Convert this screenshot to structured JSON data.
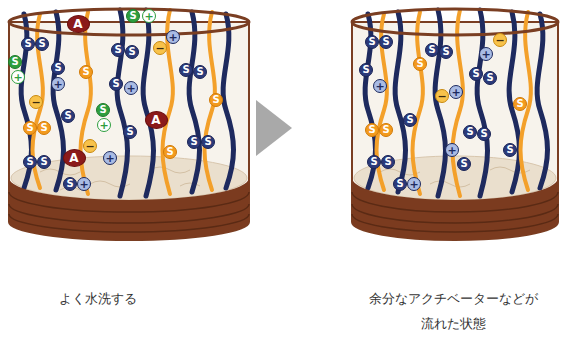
{
  "diagram": {
    "nodes": [
      {
        "text": [
          "A"
        ]
      },
      {
        "text": [
          "S"
        ]
      },
      {
        "text": [
          "+"
        ]
      },
      {
        "text": [
          "S"
        ]
      },
      {
        "text": [
          "S"
        ]
      },
      {
        "text": [
          "S"
        ]
      },
      {
        "text": [
          "+"
        ]
      },
      {
        "text": [
          "S"
        ]
      },
      {
        "text": [
          "+"
        ]
      },
      {
        "text": [
          "S"
        ]
      },
      {
        "text": [
          "S"
        ]
      },
      {
        "text": [
          "S"
        ]
      },
      {
        "text": [
          "−"
        ]
      },
      {
        "text": [
          "+"
        ]
      },
      {
        "text": [
          "S"
        ]
      },
      {
        "text": [
          "S"
        ]
      },
      {
        "text": [
          "−"
        ]
      },
      {
        "text": [
          "S"
        ]
      },
      {
        "text": [
          "+"
        ]
      },
      {
        "text": [
          "S"
        ]
      },
      {
        "text": [
          "S"
        ]
      },
      {
        "text": [
          "S"
        ]
      },
      {
        "text": [
          "S"
        ]
      },
      {
        "text": [
          "+"
        ]
      },
      {
        "text": [
          "A"
        ]
      },
      {
        "text": [
          "S"
        ]
      },
      {
        "text": [
          "−"
        ]
      },
      {
        "text": [
          "+"
        ]
      },
      {
        "text": [
          "S"
        ]
      },
      {
        "text": [
          "S"
        ]
      },
      {
        "text": [
          "A"
        ]
      },
      {
        "text": [
          "S"
        ]
      },
      {
        "text": [
          "S"
        ]
      },
      {
        "text": [
          "S"
        ]
      },
      {
        "text": [
          "+"
        ]
      },
      {
        "text": [
          "S"
        ]
      },
      {
        "text": [
          "S"
        ]
      },
      {
        "text": [
          "S"
        ]
      },
      {
        "text": [
          "S"
        ]
      },
      {
        "text": [
          "S"
        ]
      },
      {
        "text": [
          "+"
        ]
      },
      {
        "text": [
          "S"
        ]
      },
      {
        "text": [
          "S"
        ]
      },
      {
        "text": [
          "S"
        ]
      },
      {
        "text": [
          "−"
        ]
      },
      {
        "text": [
          "+"
        ]
      },
      {
        "text": [
          "S"
        ]
      },
      {
        "text": [
          "S"
        ]
      },
      {
        "text": [
          "−"
        ]
      },
      {
        "text": [
          "+"
        ]
      },
      {
        "text": [
          "S"
        ]
      },
      {
        "text": [
          "S"
        ]
      },
      {
        "text": [
          "S"
        ]
      },
      {
        "text": [
          "S"
        ]
      },
      {
        "text": [
          "S"
        ]
      },
      {
        "text": [
          "+"
        ]
      },
      {
        "text": [
          "S"
        ]
      },
      {
        "text": [
          "S"
        ]
      },
      {
        "text": [
          "S"
        ]
      },
      {
        "text": [
          "S"
        ]
      },
      {
        "text": [
          "+"
        ]
      },
      {
        "text": [
          "S"
        ]
      },
      {
        "text": [
          "S"
        ]
      }
    ],
    "labels": [
      "よく水洗する",
      "余分なアクチベーターなどが 流れた状態"
    ]
  }
}
